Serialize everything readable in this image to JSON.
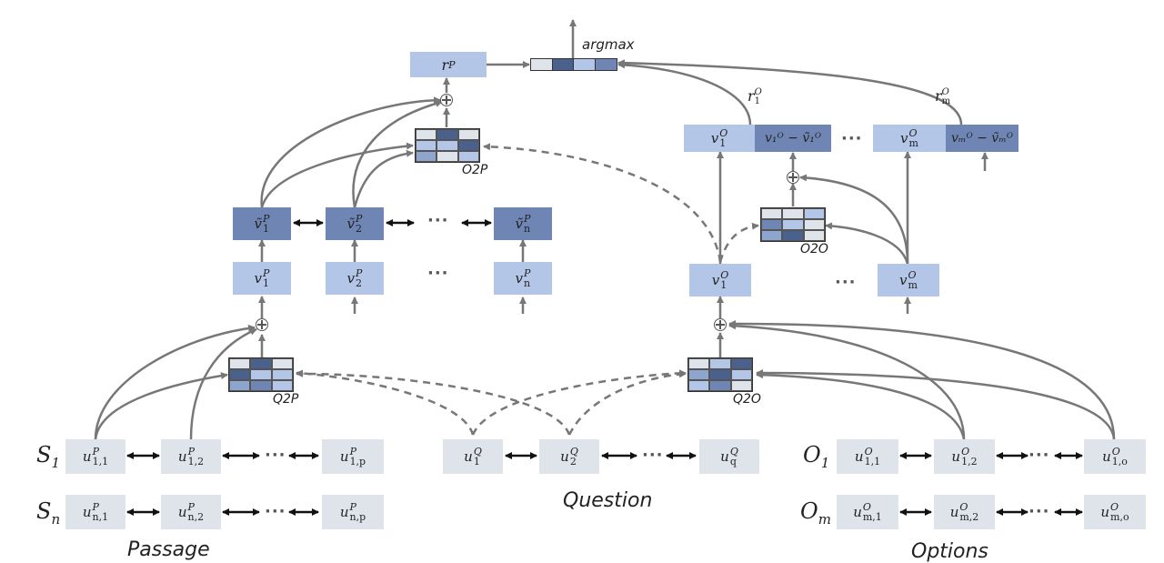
{
  "colors": {
    "gray": "#dfe3ea",
    "light": "#b4c6e7",
    "mid": "#8ea5cd",
    "dark": "#6f86b4",
    "darker": "#4a618d",
    "line": "#777777"
  },
  "passage": {
    "row1_label": "S",
    "row1_sub": "1",
    "rown_label": "S",
    "rown_sub": "n",
    "u11": "u",
    "u11_sup": "P",
    "u11_sub": "1,1",
    "u12": "u",
    "u12_sup": "P",
    "u12_sub": "1,2",
    "u1p": "u",
    "u1p_sup": "P",
    "u1p_sub": "1,p",
    "un1": "u",
    "un1_sup": "P",
    "un1_sub": "n,1",
    "un2": "u",
    "un2_sup": "P",
    "un2_sub": "n,2",
    "unp": "u",
    "unp_sup": "P",
    "unp_sub": "n,p",
    "caption": "Passage"
  },
  "question": {
    "q1": "u",
    "q1_sup": "Q",
    "q1_sub": "1",
    "q2": "u",
    "q2_sup": "Q",
    "q2_sub": "2",
    "qq": "u",
    "qq_sup": "Q",
    "qq_sub": "q",
    "caption": "Question"
  },
  "options": {
    "row1_label": "O",
    "row1_sub": "1",
    "rowm_label": "O",
    "rowm_sub": "m",
    "o11": "u",
    "o11_sup": "O",
    "o11_sub": "1,1",
    "o12": "u",
    "o12_sup": "O",
    "o12_sub": "1,2",
    "o1o": "u",
    "o1o_sup": "O",
    "o1o_sub": "1,o",
    "om1": "u",
    "om1_sup": "O",
    "om1_sub": "m,1",
    "om2": "u",
    "om2_sup": "O",
    "om2_sub": "m,2",
    "omo": "u",
    "omo_sup": "O",
    "omo_sub": "m,o",
    "caption": "Options"
  },
  "attention": {
    "q2p": "Q2P",
    "q2o": "Q2O",
    "o2p": "O2P",
    "o2o": "O2O"
  },
  "passage_layer": {
    "v1": "v",
    "v1_sup": "P",
    "v1_sub": "1",
    "v2": "v",
    "v2_sup": "P",
    "v2_sub": "2",
    "vn": "v",
    "vn_sup": "P",
    "vn_sub": "n",
    "vt1": "ṽ",
    "vt1_sup": "P",
    "vt1_sub": "1",
    "vt2": "ṽ",
    "vt2_sup": "P",
    "vt2_sub": "2",
    "vtn": "ṽ",
    "vtn_sup": "P",
    "vtn_sub": "n"
  },
  "option_layer": {
    "v1": "v",
    "v1_sup": "O",
    "v1_sub": "1",
    "vm": "v",
    "vm_sup": "O",
    "vm_sub": "m",
    "top_v1": "v",
    "top_v1_sup": "O",
    "top_v1_sub": "1",
    "top_diff1": "v₁ᴼ − ṽ₁ᴼ",
    "top_vm": "v",
    "top_vm_sup": "O",
    "top_vm_sub": "m",
    "top_diffm": "vₘᴼ − ṽₘᴼ",
    "r1": "r",
    "r1_sup": "O",
    "r1_sub": "1",
    "rm": "r",
    "rm_sup": "O",
    "rm_sub": "m"
  },
  "output": {
    "rp": "r",
    "rp_sup": "P",
    "argmax": "argmax"
  },
  "ellipsis": "···"
}
